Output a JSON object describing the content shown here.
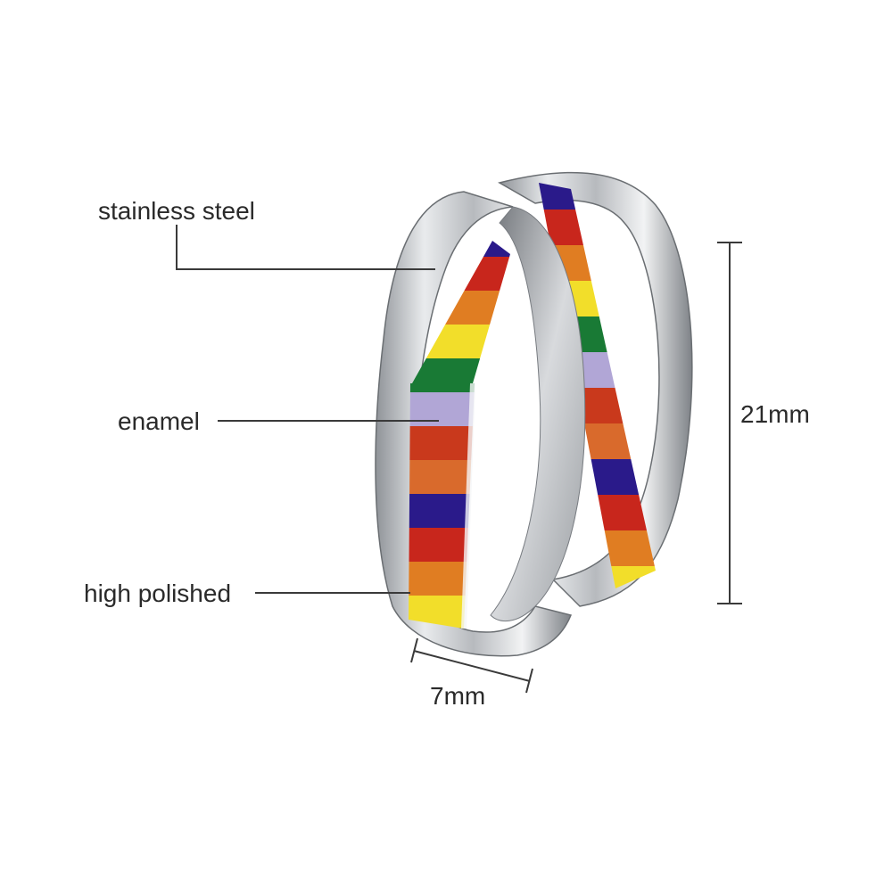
{
  "labels": {
    "material": "stainless steel",
    "inlay": "enamel",
    "finish": "high polished"
  },
  "dimensions": {
    "height": "21mm",
    "width": "7mm"
  },
  "colors": {
    "steel": "#c9ccd0",
    "stripes": [
      "#2a1a8a",
      "#c8261c",
      "#e07d22",
      "#f2de2a",
      "#197a35",
      "#b1a6d6",
      "#c9391c",
      "#d96a2c"
    ]
  }
}
